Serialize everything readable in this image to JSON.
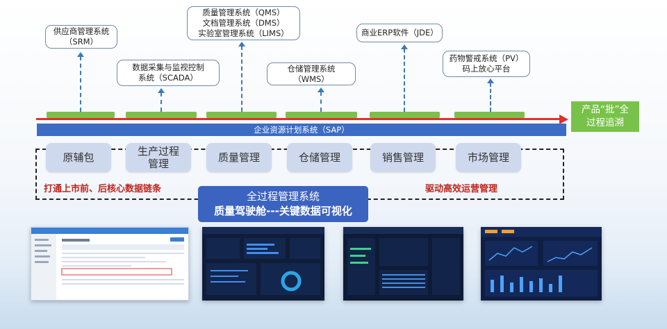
{
  "systems": {
    "srm": [
      "供应商管理系统",
      "（SRM）"
    ],
    "scada": [
      "数据采集与监视控制",
      "系统（SCADA）"
    ],
    "qms": [
      "质量管理系统（QMS）",
      "文档管理系统（DMS）",
      "实验室管理系统（LIMS）"
    ],
    "wms": [
      "仓储管理系统（WMS）"
    ],
    "jde": [
      "商业ERP软件（JDE）"
    ],
    "pv": [
      "药物警戒系统（PV）",
      "码上放心平台"
    ]
  },
  "sap_label": "企业资源计划系统（SAP）",
  "product_label": [
    "产品“批”全",
    "过程追溯"
  ],
  "modules": [
    [
      "原辅包"
    ],
    [
      "生产过程",
      "管理"
    ],
    [
      "质量管理"
    ],
    [
      "仓储管理"
    ],
    [
      "销售管理"
    ],
    [
      "市场管理"
    ]
  ],
  "left_red": "打通上市前、后核心数据链条",
  "right_red": "驱动高效运营管理",
  "central": [
    "全过程管理系统",
    "质量驾驶舱---关键数据可视化"
  ],
  "colors": {
    "accent_blue": "#3b63c0",
    "green": "#7cc04a",
    "red": "#e03030",
    "dark_panel": "#0f1d3a"
  }
}
